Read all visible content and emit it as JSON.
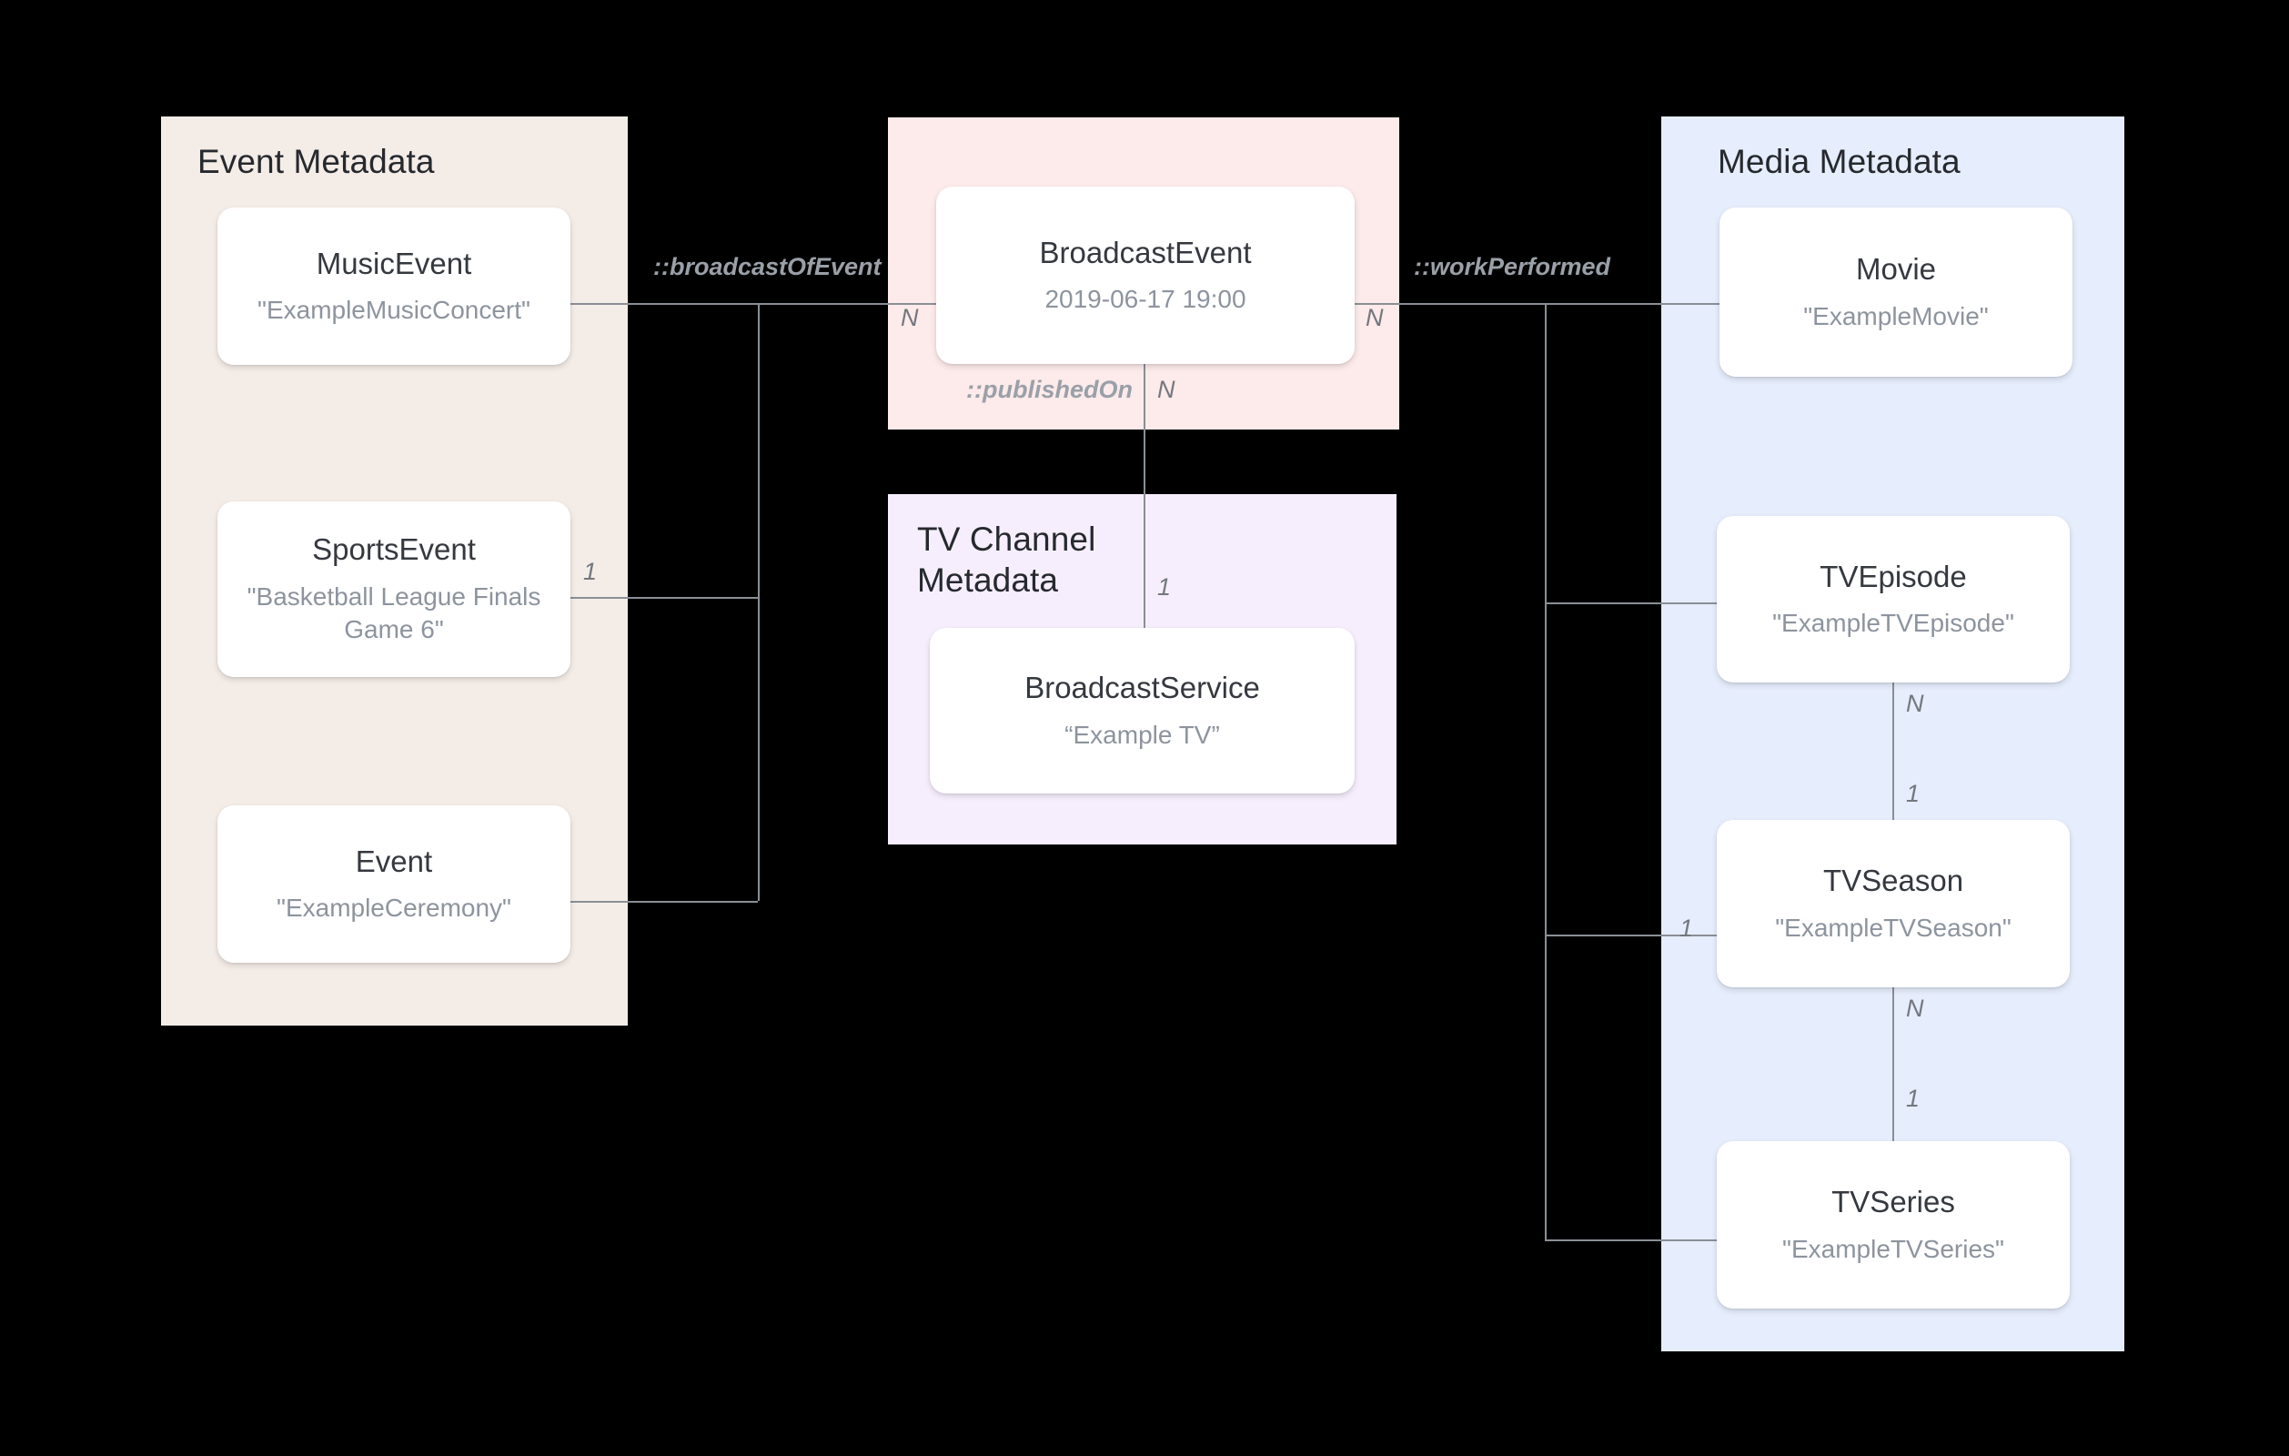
{
  "diagram": {
    "title": "Broadcast / Media metadata entity relationship diagram",
    "background_color": "#000000",
    "groups": [
      {
        "id": "event",
        "label": "Event Metadata",
        "color": "#f4ece7"
      },
      {
        "id": "broadcast",
        "label": "",
        "color": "#fdeaea"
      },
      {
        "id": "tvchannel",
        "label": "TV Channel\nMetadata",
        "color": "#f6eefc"
      },
      {
        "id": "media",
        "label": "Media Metadata",
        "color": "#e6edfc"
      }
    ],
    "entities": {
      "music_event": {
        "type": "MusicEvent",
        "value": "\"ExampleMusicConcert\""
      },
      "sports_event": {
        "type": "SportsEvent",
        "value": "\"Basketball League Finals Game 6\""
      },
      "event": {
        "type": "Event",
        "value": "\"ExampleCeremony\""
      },
      "broadcast_event": {
        "type": "BroadcastEvent",
        "value": "2019-06-17 19:00"
      },
      "broadcast_service": {
        "type": "BroadcastService",
        "value": "“Example TV”"
      },
      "movie": {
        "type": "Movie",
        "value": "\"ExampleMovie\""
      },
      "tv_episode": {
        "type": "TVEpisode",
        "value": "\"ExampleTVEpisode\""
      },
      "tv_season": {
        "type": "TVSeason",
        "value": "\"ExampleTVSeason\""
      },
      "tv_series": {
        "type": "TVSeries",
        "value": "\"ExampleTVSeries\""
      }
    },
    "relations": {
      "broadcast_of_event": {
        "label": "::broadcastOfEvent",
        "source_cardinality": "1",
        "target_cardinality": "N"
      },
      "work_performed": {
        "label": "::workPerformed",
        "source_cardinality": "N",
        "target_cardinality": "1"
      },
      "published_on": {
        "label": "::publishedOn",
        "source_cardinality": "N",
        "target_cardinality": "1"
      },
      "episode_to_season": {
        "source_cardinality": "N",
        "target_cardinality": "1"
      },
      "season_to_series": {
        "source_cardinality": "N",
        "target_cardinality": "1"
      }
    },
    "colors": {
      "line": "#8a8f96",
      "card_bg": "#ffffff",
      "type_text": "#35393f",
      "value_text": "#8d949e",
      "label_text": "#9aa0a8"
    }
  }
}
